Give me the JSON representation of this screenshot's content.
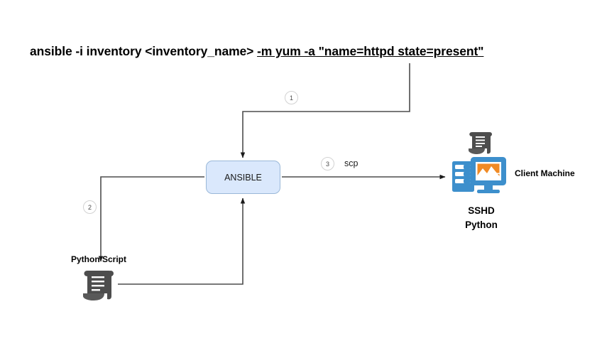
{
  "diagram": {
    "title_plain": "ansible -i inventory <inventory_name> ",
    "title_underlined": "-m yum -a \"name=httpd state=present\"",
    "nodes": {
      "ansible": {
        "label": "ANSIBLE",
        "fill": "#dae8fc",
        "stroke": "#9ab8d8"
      },
      "python_script": {
        "label": "Python Script",
        "icon": "scroll-icon",
        "icon_color": "#4d4d4d"
      },
      "client_machine": {
        "label": "Client Machine",
        "service_label": "SSHD",
        "runtime_label": "Python",
        "icon": "computer-icon",
        "icon_color": "#3d8fcc",
        "screen_color": "#f08a24",
        "scroll_icon": "scroll-icon"
      }
    },
    "edges": [
      {
        "badge": "1",
        "label": "",
        "from": "command",
        "to": "ansible"
      },
      {
        "badge": "2",
        "label": "",
        "from": "ansible",
        "to": "python_script"
      },
      {
        "badge": "3",
        "label": "scp",
        "from": "ansible",
        "to": "client_machine"
      },
      {
        "badge": "",
        "label": "",
        "from": "python_script",
        "to": "ansible"
      }
    ],
    "colors": {
      "background": "#ffffff",
      "edge_stroke": "#4d4d4d",
      "text": "#000000",
      "badge_stroke": "#d2d2d2"
    }
  }
}
